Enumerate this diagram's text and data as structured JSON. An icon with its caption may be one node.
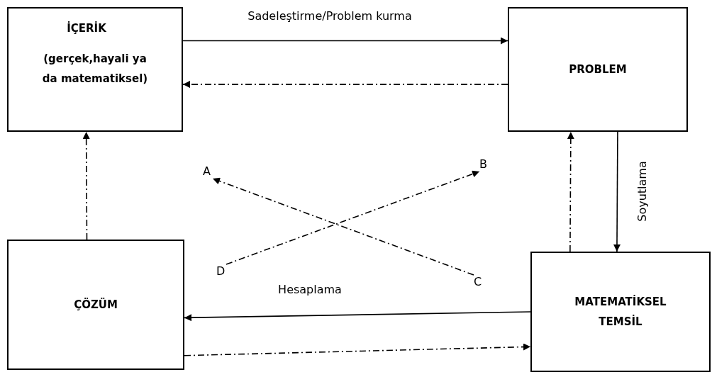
{
  "diagram": {
    "nodes": [
      {
        "text": [
          "İÇERİK",
          "(gerçek,hayali ya da matematiksel)"
        ]
      },
      {
        "text": [
          "PROBLEM"
        ]
      },
      {
        "text": [
          "ÇÖZÜM"
        ]
      },
      {
        "text": [
          "MATEMATİKSEL TEMSİL"
        ]
      },
      {
        "text": [
          "A"
        ]
      },
      {
        "text": [
          "B"
        ]
      },
      {
        "text": [
          "D"
        ]
      },
      {
        "text": [
          "C"
        ]
      }
    ],
    "edges": [
      {
        "from": 0,
        "to": 1,
        "arrow": "to",
        "label": "Sadeleştirme/Problem kurma"
      },
      {
        "from": 1,
        "to": 0,
        "arrow": "to",
        "style": "dashed"
      },
      {
        "from": 2,
        "to": 0,
        "arrow": "to",
        "style": "dashed"
      },
      {
        "from": 3,
        "to": 1,
        "arrow": "to",
        "style": "dashed"
      },
      {
        "from": 1,
        "to": 3,
        "arrow": "to",
        "label": "Soyutlama"
      },
      {
        "from": 7,
        "to": 4,
        "arrow": "to",
        "style": "dashed"
      },
      {
        "from": 6,
        "to": 5,
        "arrow": "to",
        "style": "dashed"
      },
      {
        "from": 3,
        "to": 2,
        "arrow": "to",
        "label": "Hesaplama"
      },
      {
        "from": 2,
        "to": 3,
        "arrow": "to",
        "style": "dashed"
      }
    ]
  }
}
